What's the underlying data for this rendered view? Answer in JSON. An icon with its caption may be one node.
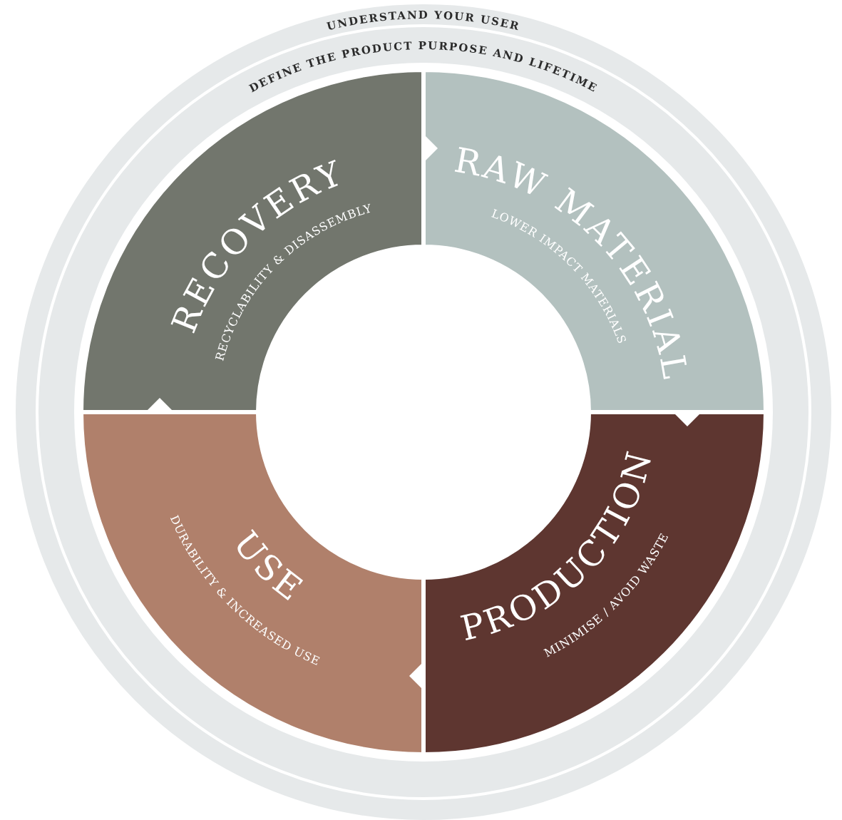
{
  "diagram": {
    "nodes": [
      {
        "text": [
          "UNDERSTAND YOUR USER"
        ]
      },
      {
        "text": [
          "DEFINE THE PRODUCT PURPOSE AND LIFETIME"
        ],
        "in": 0
      },
      {
        "text": [
          "RAW MATERIAL",
          "LOWER IMPACT MATERIALS"
        ],
        "in": 1
      },
      {
        "text": [
          "PRODUCTION",
          "MINIMISE / AVOID WASTE"
        ],
        "in": 1
      },
      {
        "text": [
          "USE",
          "DURABILITY & INCREASED USE"
        ],
        "in": 1
      },
      {
        "text": [
          "RECOVERY",
          "RECYCLABILITY & DISASSEMBLY"
        ],
        "in": 1
      }
    ],
    "edges": [
      {
        "from": 5,
        "to": 2,
        "arrow": "to"
      },
      {
        "from": 2,
        "to": 3,
        "arrow": "to"
      },
      {
        "from": 3,
        "to": 4,
        "arrow": "to"
      },
      {
        "from": 4,
        "to": 5,
        "arrow": "to"
      }
    ]
  }
}
